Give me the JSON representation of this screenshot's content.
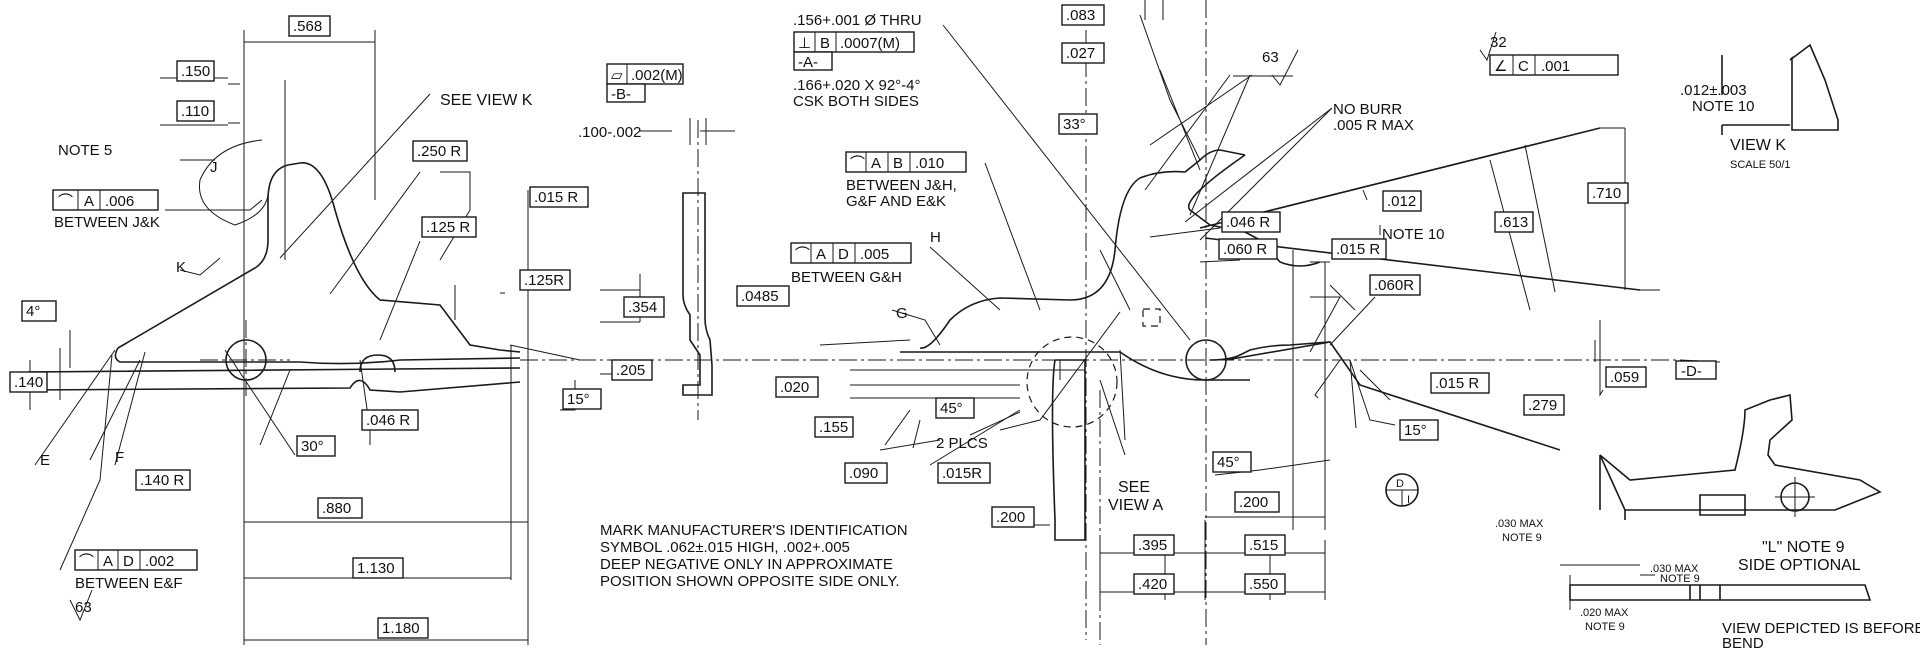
{
  "dims": {
    "d568": ".568",
    "d150": ".150",
    "d110": ".110",
    "d250R": ".250 R",
    "d125R_a": ".125 R",
    "d015R_a": ".015 R",
    "d125R_b": ".125R",
    "d354": ".354",
    "d205": ".205",
    "d15deg_a": "15°",
    "d4deg": "4°",
    "d140": ".140",
    "d30deg": "30°",
    "d046R_a": ".046 R",
    "d140R": ".140 R",
    "d880": ".880",
    "d1130": "1.130",
    "d1180": "1.180",
    "d083": ".083",
    "d027": ".027",
    "d33deg": "33°",
    "d046R_b": ".046 R",
    "d060R_a": ".060 R",
    "d015R_b": ".015 R",
    "d060R_b": ".060R",
    "d012": ".012",
    "d613": ".613",
    "d710": ".710",
    "d059": ".059",
    "d015R_c": ".015 R",
    "d279": ".279",
    "d15deg_b": "15°",
    "d0485": ".0485",
    "d020": ".020",
    "d155": ".155",
    "d090": ".090",
    "d015R_d": ".015R",
    "d45deg_a": "45°",
    "d200_a": ".200",
    "d395": ".395",
    "d420": ".420",
    "d515": ".515",
    "d550": ".550",
    "d45deg_b": "45°",
    "d200_b": ".200",
    "d100_002": ".100-.002"
  },
  "fcf": {
    "a006": {
      "sym": "⌒",
      "datum": "A",
      "tol": ".006"
    },
    "a_d_002": {
      "sym": "⌒",
      "datum": "A",
      "datum2": "D",
      "tol": ".002"
    },
    "b_002m": {
      "sym": "▱",
      "tol": ".002(M)"
    },
    "datum_b": "-B-",
    "perp_b": {
      "sym": "⊥",
      "datum": "B",
      "tol": ".0007(M)"
    },
    "datum_a": "-A-",
    "a_b_010": {
      "sym": "⌒",
      "datum": "A",
      "datum2": "B",
      "tol": ".010"
    },
    "a_d_005": {
      "sym": "⌒",
      "datum": "A",
      "datum2": "D",
      "tol": ".005"
    },
    "c_001": {
      "sym": "∠",
      "datum": "C",
      "tol": ".001"
    },
    "datum_d": "-D-"
  },
  "notes": {
    "note5": "NOTE 5",
    "between_jk": "BETWEEN J&K",
    "see_view_k": "SEE VIEW K",
    "between_ef": "BETWEEN E&F",
    "finish_63_left": "63",
    "label_j": "J",
    "label_k": "K",
    "label_e": "E",
    "label_f": "F",
    "label_g": "G",
    "label_h": "H",
    "hole_line1": ".156+.001 Ø THRU",
    "csk_line1": ".166+.020 X 92°-4°",
    "csk_line2": "CSK BOTH SIDES",
    "between_jh_1": "BETWEEN J&H,",
    "between_jh_2": "G&F AND E&K",
    "between_gh": "BETWEEN G&H",
    "finish_63_mid": "63",
    "no_burr_1": "NO BURR",
    "no_burr_2": ".005 R MAX",
    "note10_mid": "NOTE 10",
    "finish_32": "32",
    "plcs": "2 PLCS",
    "see_view_a_1": "SEE",
    "see_view_a_2": "VIEW A",
    "mark_1": "MARK MANUFACTURER'S IDENTIFICATION",
    "mark_2": "SYMBOL .062±.015  HIGH, .002+.005",
    "mark_3": "DEEP   NEGATIVE ONLY IN APPROXIMATE",
    "mark_4": "POSITION SHOWN OPPOSITE SIDE ONLY.",
    "d_over_i_top": "D",
    "d_over_i_bot": "I"
  },
  "view_k": {
    "dim": ".012±.003",
    "note": "NOTE 10",
    "title": "VIEW  K",
    "scale": "SCALE 50/1"
  },
  "side_view": {
    "max030_1": ".030 MAX",
    "note9_1": "NOTE 9",
    "max030_2": ".030 MAX",
    "note9_2": "NOTE 9",
    "max020": ".020 MAX",
    "note9_3": "NOTE 9",
    "l_note": "\"L\" NOTE 9",
    "side_optional": "SIDE OPTIONAL",
    "view_depicted_1": "VIEW DEPICTED IS BEFORE",
    "view_depicted_2": "BEND"
  }
}
